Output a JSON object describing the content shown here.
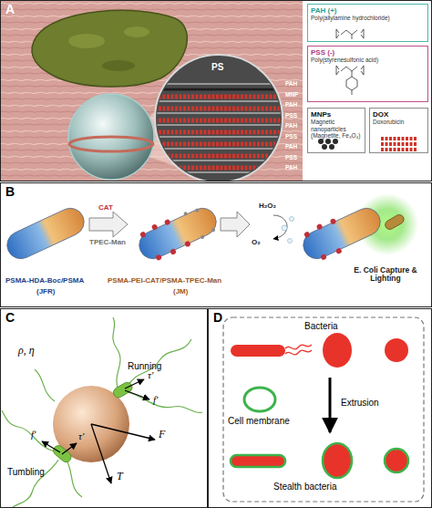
{
  "diagram": {
    "nodes": [
      {
        "text": [
          "PAH (+)",
          "Poly(allylamine hydrochloride)"
        ]
      },
      {
        "text": [
          "PSS (-)",
          "Poly(styrenesulfonic acid)"
        ]
      },
      {
        "text": [
          "MNPs",
          "Magnetic nanoparticles (Magnetite, Fe₃O₄)"
        ]
      },
      {
        "text": [
          "DOX",
          "Doxorubicin"
        ]
      }
    ],
    "labels": [
      "A",
      "PS",
      "PAH",
      "MNP",
      "PAH",
      "PSS",
      "PAH",
      "PSS",
      "PAH",
      "PSS",
      "PAH",
      "B",
      "CAT",
      "TPEC-Man",
      "H₂O₂",
      "O₂",
      "PSMA-HDA-Boc/PSMA",
      "(JFR)",
      "PSMA-PEI-CAT/PSMA-TPEC-Man",
      "(JM)",
      "E. Coli Capture & Lighting",
      "C",
      "ρ, η",
      "Running",
      "τ′",
      "f′",
      "Tumbling",
      "τ′",
      "f′",
      "F",
      "T",
      "D",
      "Bacteria",
      "Cell membrane",
      "Extrusion",
      "Stealth bacteria"
    ]
  }
}
